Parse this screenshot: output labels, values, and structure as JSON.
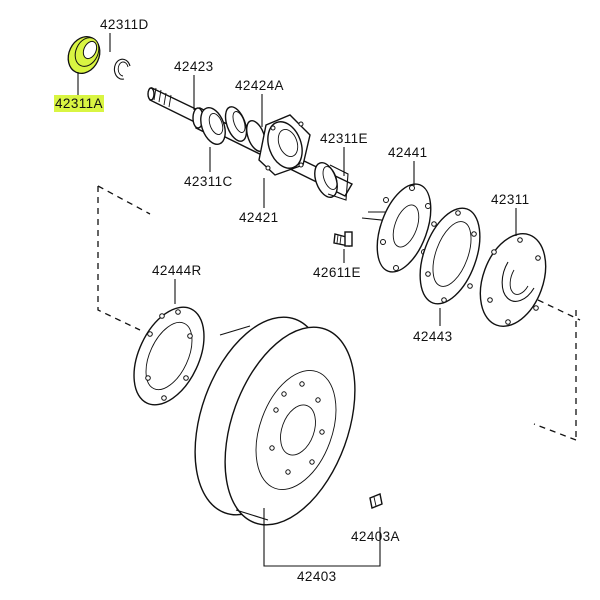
{
  "diagram": {
    "highlight_color": "#d9f542",
    "part_numbers": {
      "p42311D": "42311D",
      "p42311A": "42311A",
      "p42423": "42423",
      "p42424A": "42424A",
      "p42311E": "42311E",
      "p42311C": "42311C",
      "p42421": "42421",
      "p42441": "42441",
      "p42311": "42311",
      "p42611E": "42611E",
      "p42444R": "42444R",
      "p42443": "42443",
      "p42403A": "42403A",
      "p42403": "42403"
    }
  }
}
